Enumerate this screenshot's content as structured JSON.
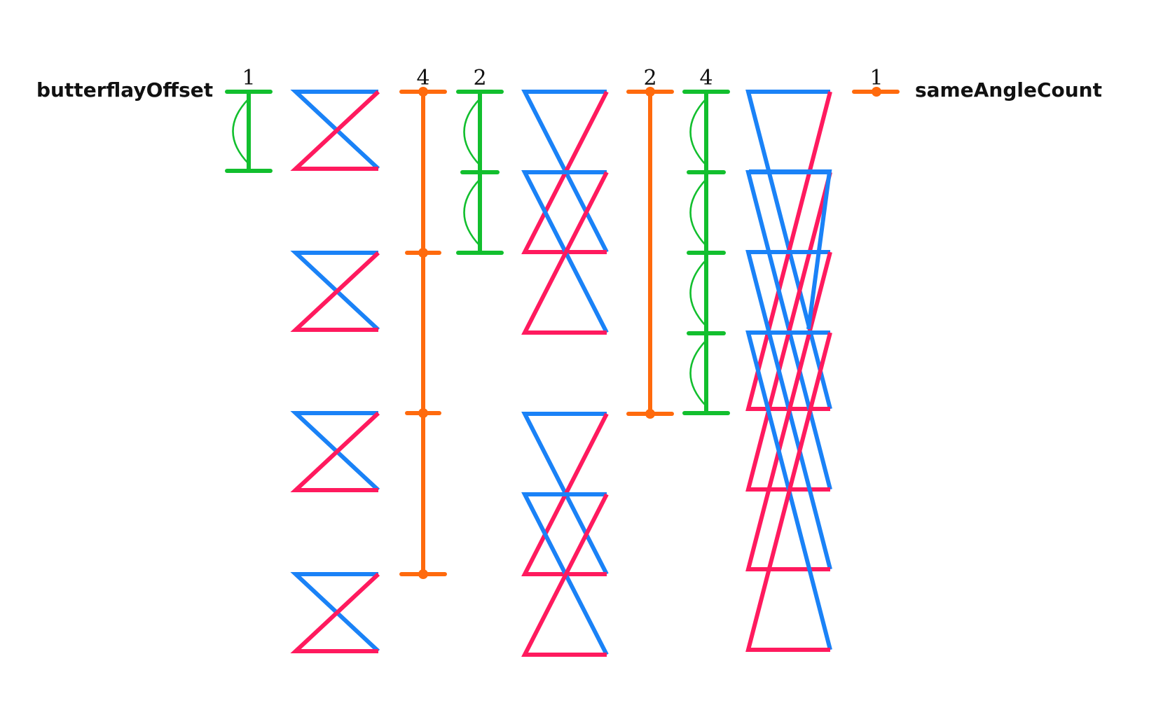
{
  "labels": {
    "butterfly_offset": "butterflayOffset",
    "same_angle_count": "sameAngleCount"
  },
  "numbers": {
    "green_a": "1",
    "orange_a": "4",
    "green_b": "2",
    "orange_b": "2",
    "green_c": "4",
    "legend_orange": "1"
  },
  "colors": {
    "blue": "#1a82f7",
    "pink": "#ff1a5e",
    "green": "#12bf2e",
    "orange": "#ff6a0d"
  },
  "icons": {
    "butterfly": "hourglass-butterfly-icon",
    "green_marker": "offset-bracket-icon",
    "orange_marker": "same-angle-bracket-icon"
  }
}
